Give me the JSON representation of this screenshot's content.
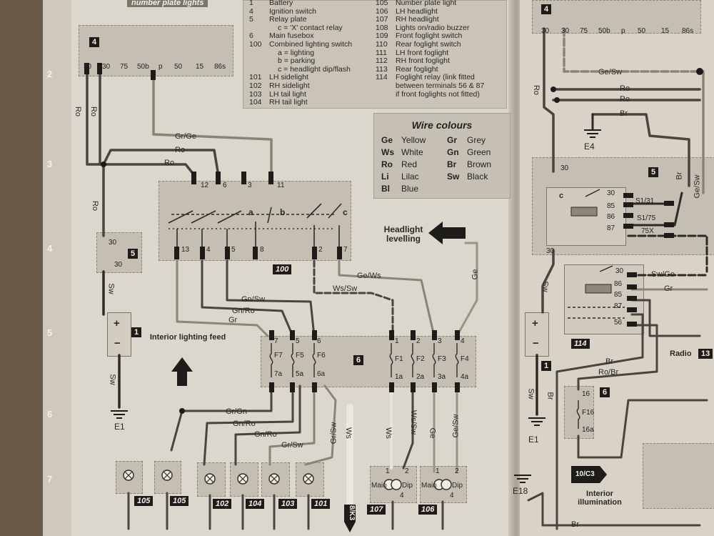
{
  "header_fragment": "number plate lights",
  "legend": {
    "left_items": [
      {
        "num": "1",
        "text": "Battery"
      },
      {
        "num": "4",
        "text": "Ignition switch"
      },
      {
        "num": "5",
        "text": "Relay plate"
      },
      {
        "num": "",
        "text": "c = 'X' contact relay"
      },
      {
        "num": "6",
        "text": "Main fusebox"
      },
      {
        "num": "100",
        "text": "Combined lighting switch"
      },
      {
        "num": "",
        "text": "a = lighting"
      },
      {
        "num": "",
        "text": "b = parking"
      },
      {
        "num": "",
        "text": "c = headlight dip/flash"
      },
      {
        "num": "101",
        "text": "LH sidelight"
      },
      {
        "num": "102",
        "text": "RH sidelight"
      },
      {
        "num": "103",
        "text": "LH tail light"
      },
      {
        "num": "104",
        "text": "RH tail light"
      }
    ],
    "right_items": [
      {
        "num": "105",
        "text": "Number plate light"
      },
      {
        "num": "106",
        "text": "LH headlight"
      },
      {
        "num": "107",
        "text": "RH headlight"
      },
      {
        "num": "108",
        "text": "Lights on/radio buzzer"
      },
      {
        "num": "109",
        "text": "Front foglight switch"
      },
      {
        "num": "110",
        "text": "Rear foglight switch"
      },
      {
        "num": "111",
        "text": "LH front foglight"
      },
      {
        "num": "112",
        "text": "RH front foglight"
      },
      {
        "num": "113",
        "text": "Rear foglight"
      },
      {
        "num": "114",
        "text": "Foglight relay (link fitted"
      },
      {
        "num": "",
        "text": "between terminals 56 & 87"
      },
      {
        "num": "",
        "text": "if front foglights not fitted)"
      }
    ]
  },
  "wire_colours": {
    "title": "Wire colours",
    "items": [
      {
        "code": "Ge",
        "name": "Yellow"
      },
      {
        "code": "Gr",
        "name": "Grey"
      },
      {
        "code": "Ws",
        "name": "White"
      },
      {
        "code": "Gn",
        "name": "Green"
      },
      {
        "code": "Ro",
        "name": "Red"
      },
      {
        "code": "Br",
        "name": "Brown"
      },
      {
        "code": "Li",
        "name": "Lilac"
      },
      {
        "code": "Sw",
        "name": "Black"
      },
      {
        "code": "Bl",
        "name": "Blue"
      }
    ]
  },
  "margin_numbers": [
    "2",
    "3",
    "4",
    "5",
    "6",
    "7"
  ],
  "components": {
    "ignition_left": {
      "id": "4",
      "terminals": [
        "30",
        "30",
        "75",
        "50b",
        "p",
        "50",
        "15",
        "86s"
      ]
    },
    "ignition_right": {
      "id": "4",
      "terminals": [
        "30",
        "30",
        "75",
        "50b",
        "p",
        "50",
        "15",
        "86s"
      ]
    },
    "lighting_switch": {
      "id": "100",
      "top_terminals": [
        "12",
        "6",
        "3",
        "11"
      ],
      "bottom_terminals": [
        "13",
        "4",
        "5",
        "8",
        "2",
        "7"
      ],
      "sections": [
        "a",
        "b",
        "c"
      ]
    },
    "relay_plate_left": {
      "id": "5",
      "terminals": [
        "30",
        "30"
      ]
    },
    "battery_left": {
      "id": "1",
      "plus": "+",
      "minus": "−"
    },
    "battery_right": {
      "id": "1",
      "plus": "+",
      "minus": "−"
    },
    "fusebox": {
      "id": "6",
      "fuses": [
        {
          "top": "7",
          "name": "F7",
          "bottom": "7a"
        },
        {
          "top": "5",
          "name": "F5",
          "bottom": "5a"
        },
        {
          "top": "6",
          "name": "F6",
          "bottom": "6a"
        },
        {
          "top": "1",
          "name": "F1",
          "bottom": "1a"
        },
        {
          "top": "2",
          "name": "F2",
          "bottom": "2a"
        },
        {
          "top": "3",
          "name": "F3",
          "bottom": "3a"
        },
        {
          "top": "4",
          "name": "F4",
          "bottom": "4a"
        }
      ]
    },
    "relay_c": {
      "id": "5",
      "relay": "c",
      "terminals": [
        "30",
        "85",
        "86",
        "87"
      ],
      "connectors": [
        "S1/31",
        "S1/75",
        "75X"
      ],
      "feed": "30"
    },
    "foglight_relay": {
      "id": "114",
      "terminals": [
        "30",
        "86",
        "85",
        "87",
        "56"
      ]
    },
    "fuse_right": {
      "id": "6",
      "top": "16",
      "name": "F16",
      "bottom": "16a"
    },
    "lamps": [
      {
        "id": "105"
      },
      {
        "id": "105"
      },
      {
        "id": "102"
      },
      {
        "id": "104"
      },
      {
        "id": "103"
      },
      {
        "id": "101"
      }
    ],
    "headlights": [
      {
        "id": "107",
        "main": "Main",
        "dip": "Dip",
        "pins": [
          "1",
          "2",
          "4"
        ]
      },
      {
        "id": "106",
        "main": "Main",
        "dip": "Dip",
        "pins": [
          "1",
          "2",
          "4"
        ]
      }
    ]
  },
  "wire_labels": {
    "ro": "Ro",
    "gr_ge": "Gr/Ge",
    "sw": "Sw",
    "gn_sw": "Gn/Sw",
    "gn_ro": "Gn/Ro",
    "gr": "Gr",
    "ge_ws": "Ge/Ws",
    "ws_sw": "Ws/Sw",
    "ge": "Ge",
    "ws": "Ws",
    "ge_sw": "Ge/Sw",
    "gr_gn": "Gr/Gn",
    "gr_sw": "Gr/Sw",
    "br": "Br",
    "ro_br": "Ro/Br",
    "sw_ge": "Sw/Ge"
  },
  "earths": [
    "E1",
    "E1",
    "E4",
    "E18"
  ],
  "callouts": {
    "interior_lighting_feed": "Interior lighting feed",
    "headlight_levelling": "Headlight levelling",
    "radio": "Radio",
    "radio_tag": "13",
    "interior_illumination": "Interior illumination",
    "ref_8k3": "8/K3",
    "ref_10c3": "10/C3"
  }
}
